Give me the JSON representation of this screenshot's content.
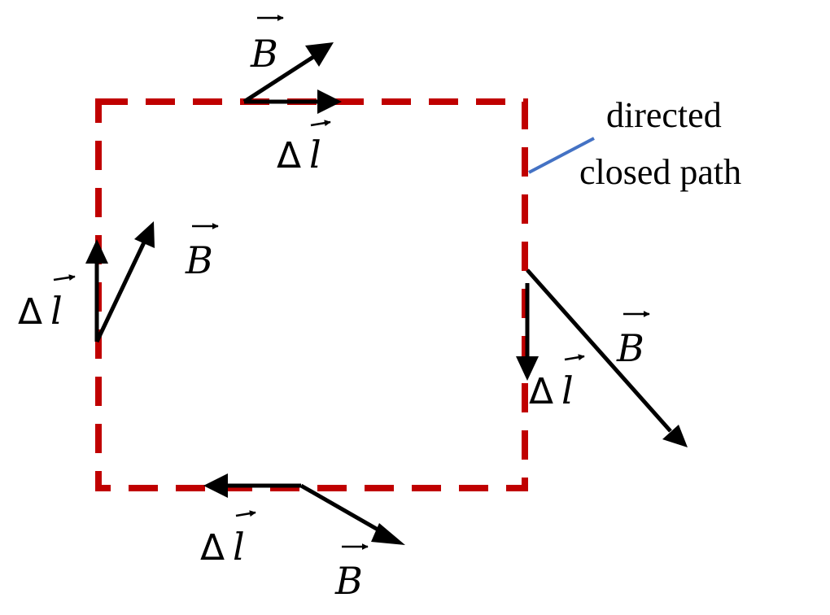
{
  "colors": {
    "path": "#c00000",
    "vector": "#000000",
    "leader": "#4472c4"
  },
  "labels": {
    "field": "B",
    "delta": "Δ",
    "ell": "l",
    "path_line1": "directed",
    "path_line2": "closed path"
  }
}
